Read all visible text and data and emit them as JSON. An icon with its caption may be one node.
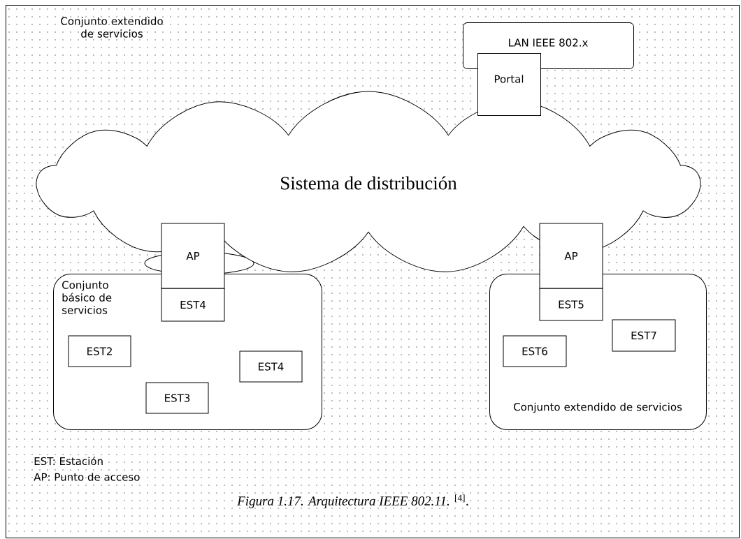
{
  "diagram": {
    "nodes": [
      {
        "text": [
          "Conjunto extendido de servicios"
        ]
      },
      {
        "text": [
          "LAN IEEE 802.x"
        ],
        "in": 0
      },
      {
        "text": [
          "Portal"
        ],
        "in": 0
      },
      {
        "text": [
          "Sistema de distribución"
        ],
        "in": 0
      },
      {
        "text": [
          "Conjunto básico de servicios"
        ],
        "in": 0
      },
      {
        "text": [
          "AP"
        ],
        "in": 0
      },
      {
        "text": [
          "EST4"
        ],
        "in": 4
      },
      {
        "text": [
          "EST2"
        ],
        "in": 4
      },
      {
        "text": [
          "EST4"
        ],
        "in": 4
      },
      {
        "text": [
          "EST3"
        ],
        "in": 4
      },
      {
        "text": [
          "Conjunto extendido de servicios"
        ],
        "in": 0
      },
      {
        "text": [
          "AP"
        ],
        "in": 0
      },
      {
        "text": [
          "EST5"
        ],
        "in": 10
      },
      {
        "text": [
          "EST6"
        ],
        "in": 10
      },
      {
        "text": [
          "EST7"
        ],
        "in": 10
      }
    ],
    "labels": [
      "EST: Estación",
      "AP: Punto de acceso"
    ],
    "caption": "*Figura 1.17. Arquitectura IEEE 802.11.* $^{[4]}$."
  }
}
